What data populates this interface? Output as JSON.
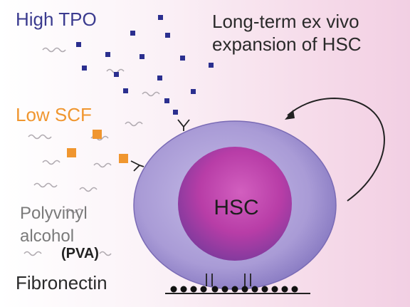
{
  "title": {
    "line1": "Long-term ex vivo",
    "line2": "expansion of HSC"
  },
  "labels": {
    "tpo": "High TPO",
    "scf": "Low SCF",
    "pva_line1": "Polyvinyl",
    "pva_line2": "alcohol",
    "pva_abbr": "(PVA)",
    "fibronectin": "Fibronectin",
    "cell": "HSC"
  },
  "colors": {
    "tpo": "#2b2f8f",
    "scf": "#f0962f",
    "cell_outer": "#9c8fd0",
    "cell_nucleus": "#b33aa0"
  },
  "icons": [
    "tpo-square-icon",
    "scf-square-icon",
    "pva-squiggle-icon",
    "receptor-icon",
    "arrow-icon"
  ]
}
